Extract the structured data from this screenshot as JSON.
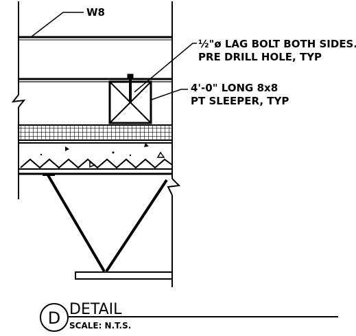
{
  "labels": {
    "beam": "W8",
    "lag_bolt_line1": "½\"ø LAG BOLT BOTH SIDES.",
    "lag_bolt_line2": "PRE DRILL HOLE, TYP",
    "sleeper_line1": "4'-0\" LONG 8x8",
    "sleeper_line2": "PT SLEEPER, TYP"
  },
  "title_block": {
    "detail_letter": "D",
    "title": "DETAIL",
    "scale": "SCALE: N.T.S."
  },
  "colors": {
    "ink": "#000000",
    "paper": "#ffffff"
  }
}
